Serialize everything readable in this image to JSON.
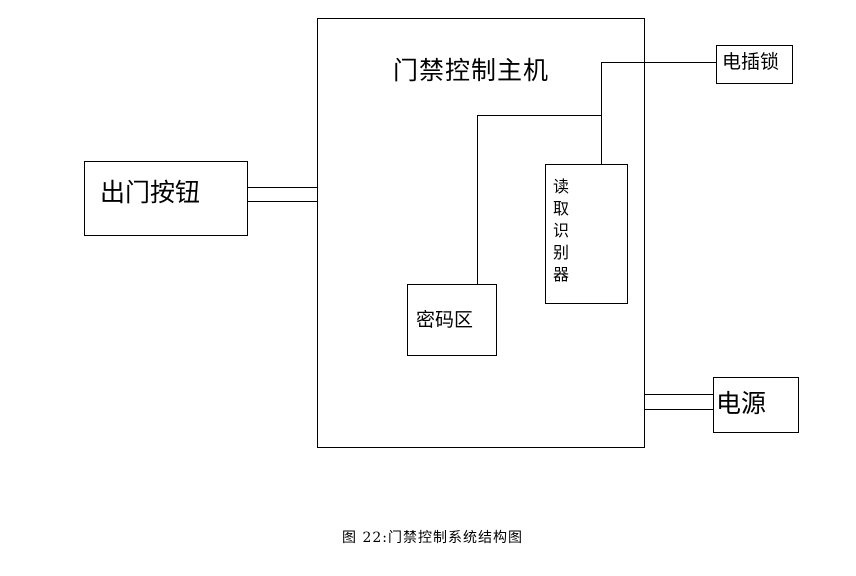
{
  "diagram": {
    "main_controller": "门禁控制主机",
    "exit_button": "出门按钮",
    "electric_lock": "电插锁",
    "power": "电源",
    "reader": "读取识别器",
    "keypad": "密码区"
  },
  "caption": "图 22:门禁控制系统结构图"
}
